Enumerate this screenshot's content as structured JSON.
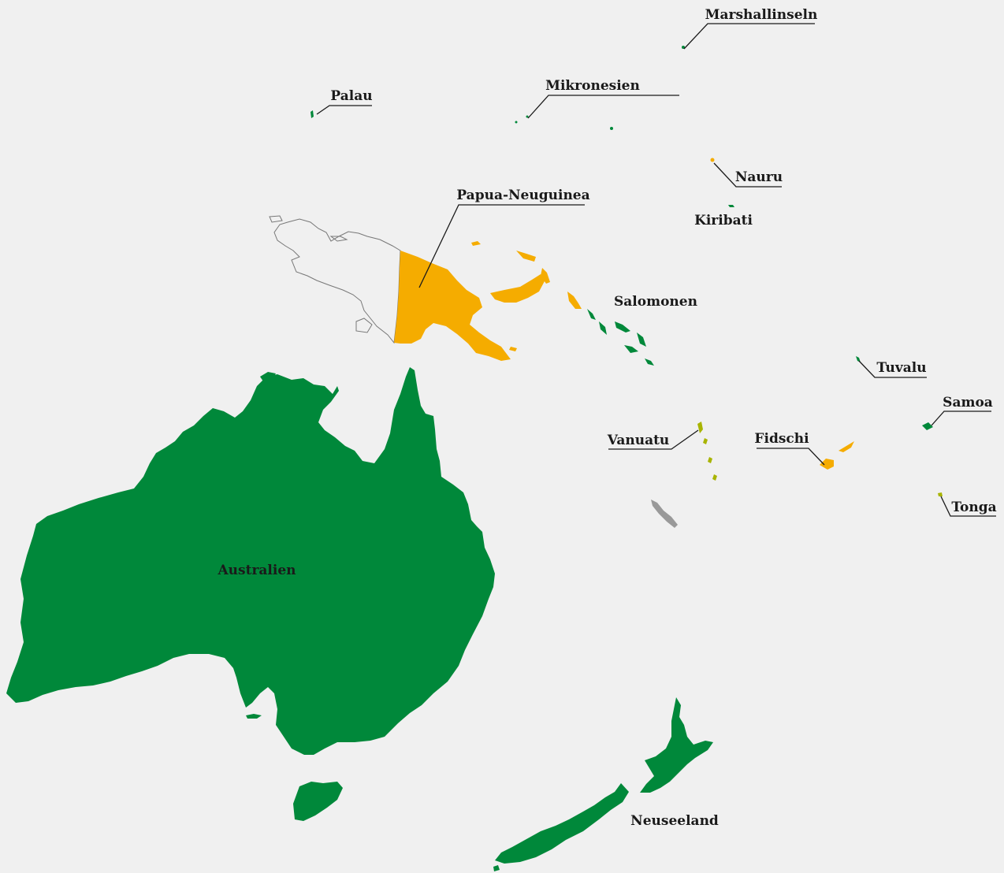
{
  "colors": {
    "background": "#f0f0f0",
    "green": "#00883a",
    "orange": "#f5ac00",
    "olive": "#a8b400",
    "gray": "#999999",
    "outline": "#777777"
  },
  "countries": {
    "australia": {
      "label": "Australien",
      "color": "green"
    },
    "new_zealand": {
      "label": "Neuseeland",
      "color": "green"
    },
    "papua_new_guinea": {
      "label": "Papua-Neuguinea",
      "color": "orange"
    },
    "solomon_islands": {
      "label": "Salomonen",
      "color": "green"
    },
    "vanuatu": {
      "label": "Vanuatu",
      "color": "olive"
    },
    "fiji": {
      "label": "Fidschi",
      "color": "orange"
    },
    "tuvalu": {
      "label": "Tuvalu",
      "color": "green"
    },
    "samoa": {
      "label": "Samoa",
      "color": "green"
    },
    "tonga": {
      "label": "Tonga",
      "color": "olive"
    },
    "nauru": {
      "label": "Nauru",
      "color": "orange"
    },
    "kiribati": {
      "label": "Kiribati",
      "color": "green"
    },
    "micronesia": {
      "label": "Mikronesien",
      "color": "green"
    },
    "marshall_islands": {
      "label": "Marshallinseln",
      "color": "green"
    },
    "palau": {
      "label": "Palau",
      "color": "green"
    }
  }
}
